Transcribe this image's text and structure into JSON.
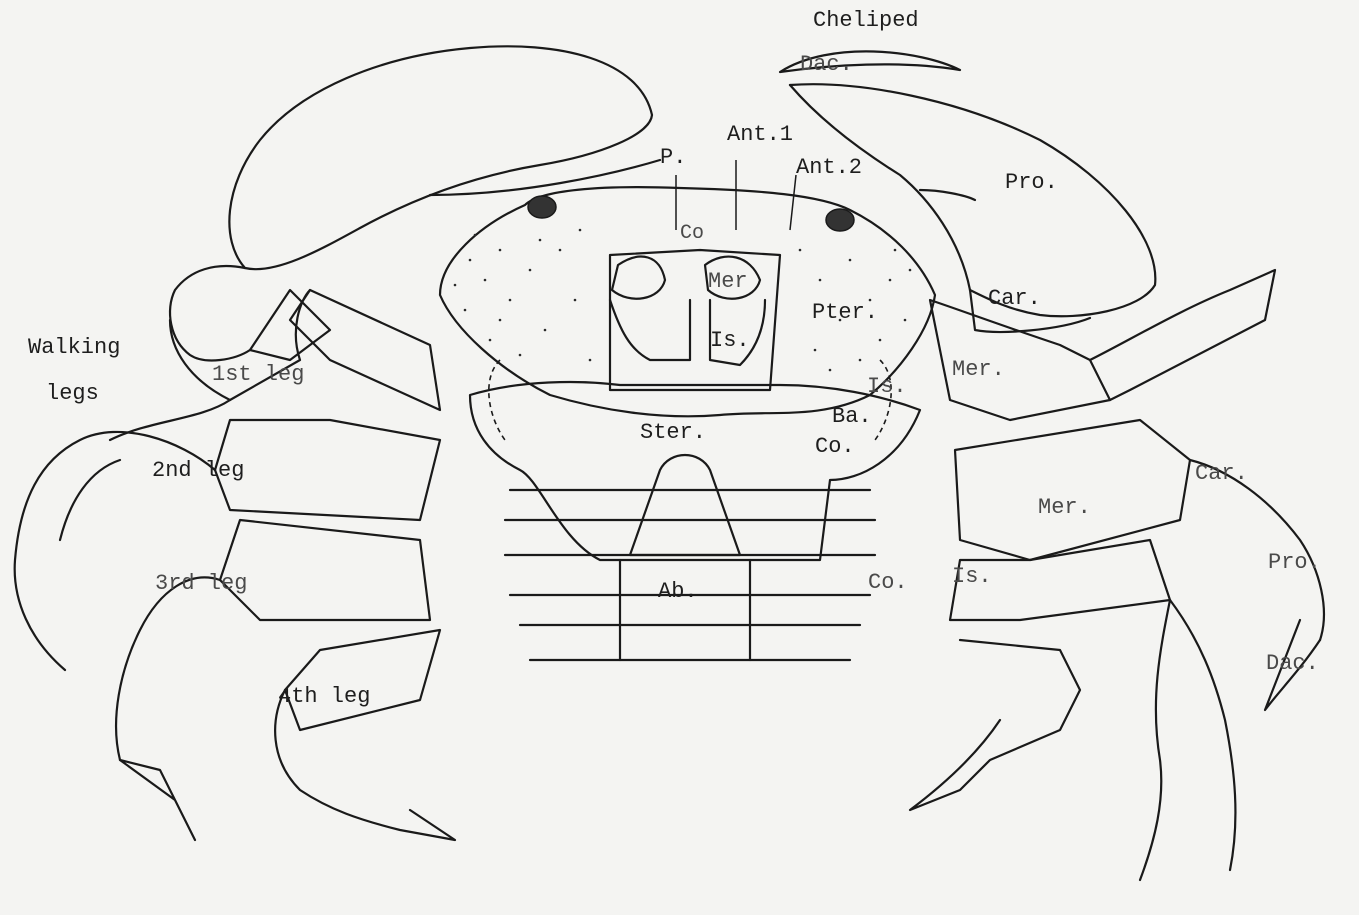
{
  "labels": {
    "cheliped": "Cheliped",
    "dac_claw": "Dac.",
    "pro_claw": "Pro.",
    "car_claw": "Car.",
    "ant1": "Ant.1",
    "ant2": "Ant.2",
    "p": "P.",
    "co_top": "Co",
    "mer_center": "Mer",
    "pter": "Pter.",
    "is_center": "Is.",
    "mer_right": "Mer.",
    "is_right": "Is.",
    "ba": "Ba.",
    "co_right": "Co.",
    "ster": "Ster.",
    "ab": "Ab.",
    "walking_legs_1": "Walking",
    "walking_legs_2": "legs",
    "leg1": "1st leg",
    "leg2": "2nd leg",
    "leg3": "3rd leg",
    "leg4": "4th leg",
    "car_leg": "Car.",
    "mer_leg": "Mer.",
    "pro_leg": "Pro.",
    "dac_leg": "Dac.",
    "co_leg": "Co.",
    "is_leg": "Is."
  }
}
